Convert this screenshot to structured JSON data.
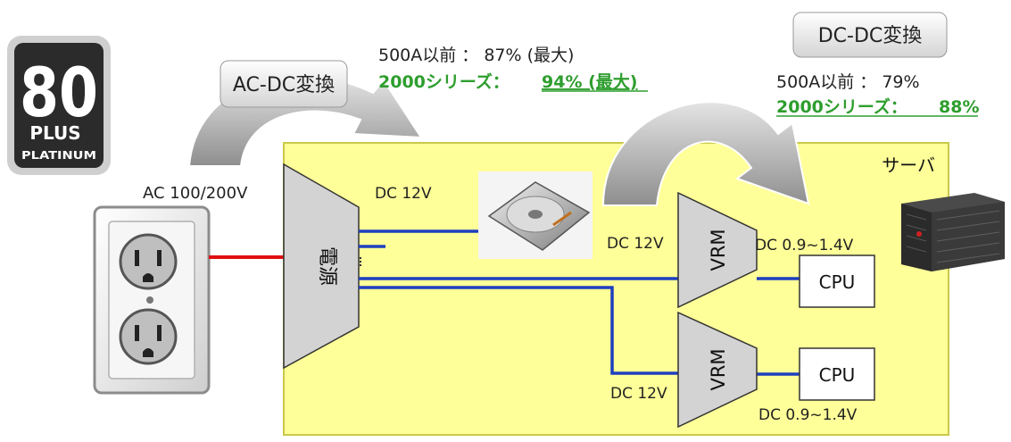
{
  "badge": {
    "number": "80",
    "plus": "PLUS",
    "tier": "PLATINUM"
  },
  "ac_dc": {
    "label": "AC-DC変換",
    "legacy": "500A以前 ： 87% (最大)",
    "series_name": "2000シリーズ：",
    "series_value": "94% (最大)"
  },
  "dc_dc": {
    "label": "DC-DC変換",
    "legacy": "500A以前 ： 79%",
    "series_name": "2000シリーズ：",
    "series_value": "88%"
  },
  "server_label": "サーバ",
  "ac_input": "AC 100/200V",
  "psu_label": "電源",
  "dc12_top": "DC 12V",
  "dc12_vrm1": "DC 12V",
  "dc12_vrm2": "DC 12V",
  "vrm1": "VRM",
  "vrm2": "VRM",
  "cpu_out_1": "DC 0.9~1.4V",
  "cpu_out_2": "DC 0.9~1.4V",
  "cpu1": "CPU",
  "cpu2": "CPU",
  "colors": {
    "board": "#ffff99",
    "board_border": "#c9c94a",
    "wire_dc": "#1f3fbf",
    "wire_ac": "#e01010",
    "highlight_text": "#2e9e2e",
    "arrow": "#9a9a9a"
  }
}
